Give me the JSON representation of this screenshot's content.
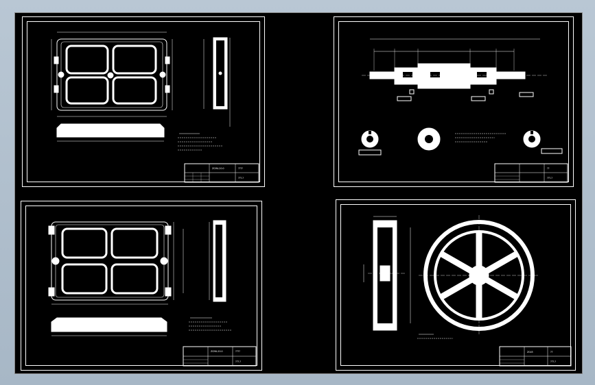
{
  "sheets": [
    {
      "id": "sheet-1",
      "title_block": {
        "code_label": "ZCMA-20.0",
        "name_label": "????",
        "drawing_no": "???-?"
      }
    },
    {
      "id": "sheet-2",
      "title_block": {
        "code_label": "",
        "name_label": "??",
        "drawing_no": "???-?"
      }
    },
    {
      "id": "sheet-3",
      "title_block": {
        "code_label": "ZCMA-20.0",
        "name_label": "????",
        "drawing_no": "???-?"
      }
    },
    {
      "id": "sheet-4",
      "title_block": {
        "code_label": "ZG45",
        "name_label": "??",
        "drawing_no": "???-?"
      }
    }
  ]
}
